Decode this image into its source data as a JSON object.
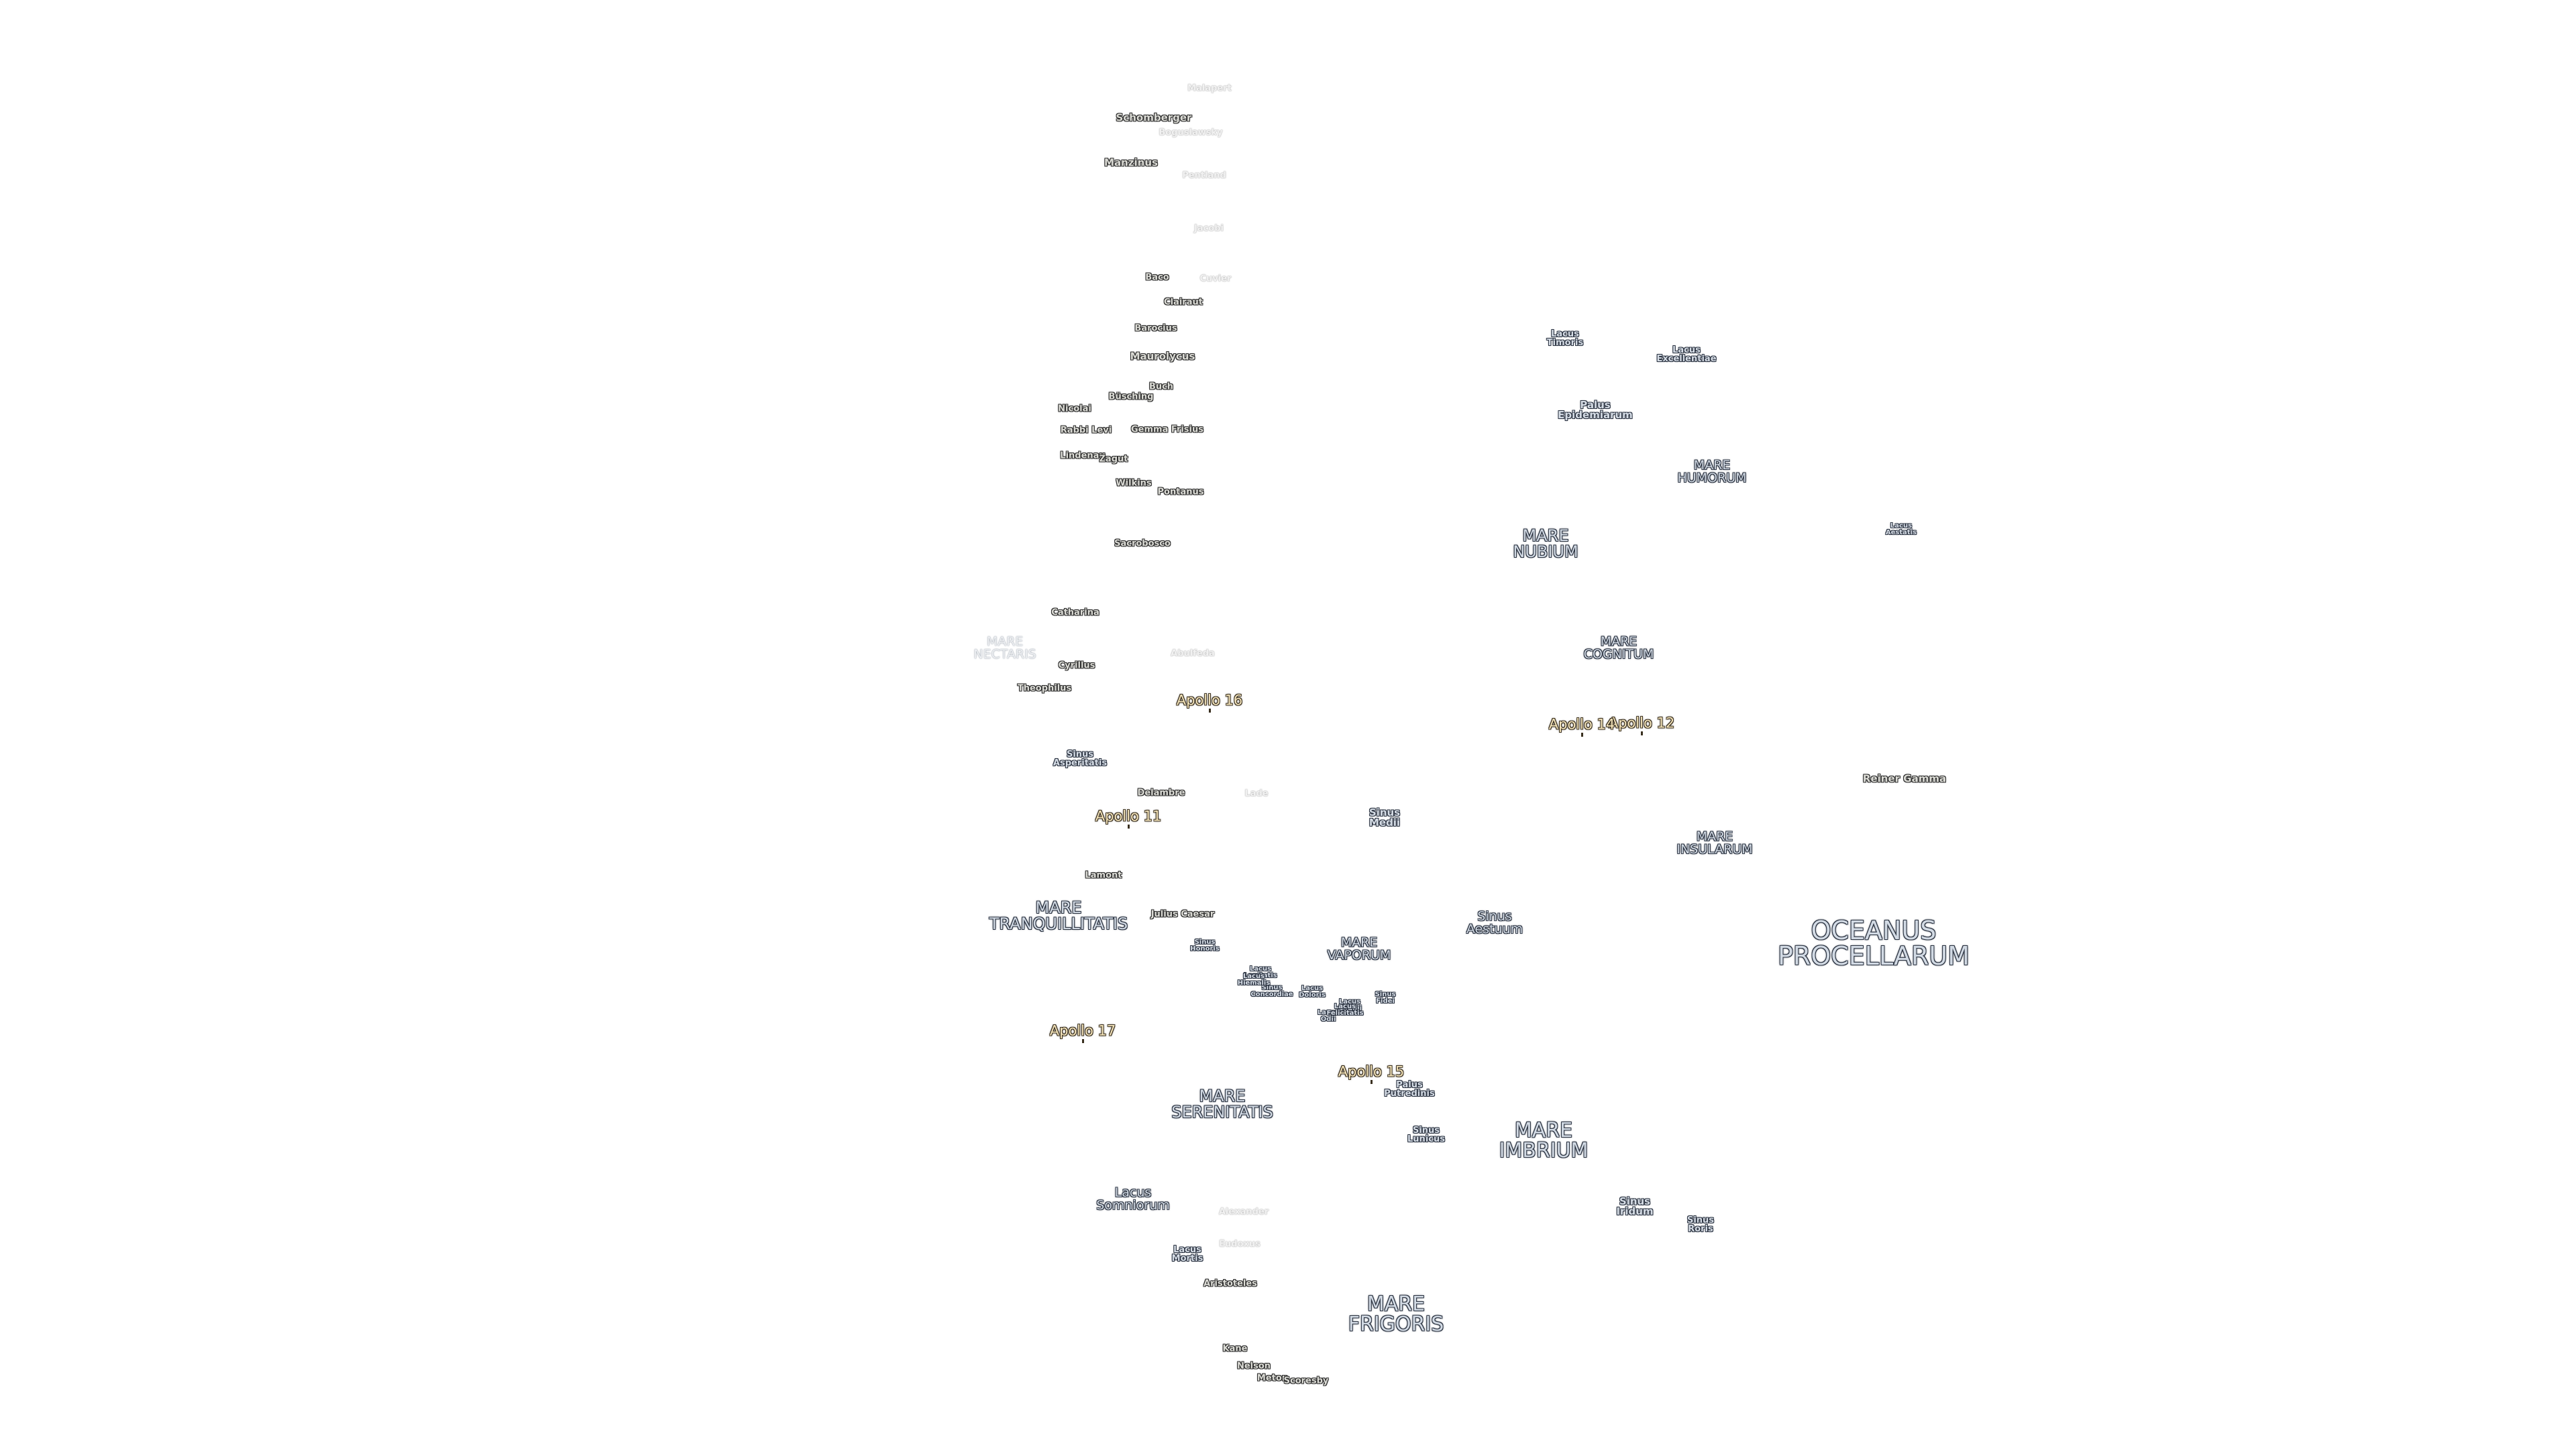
{
  "map": {
    "labels": [
      {
        "id": "oceanus-procellarum",
        "text": "OCEANUS\nPROCELLARUM",
        "kind": "mare",
        "size": "xl"
      },
      {
        "id": "mare-imbrium",
        "text": "MARE\nIMBRIUM",
        "kind": "mare",
        "size": "lg"
      },
      {
        "id": "mare-frigoris",
        "text": "MARE\nFRIGORIS",
        "kind": "mare",
        "size": "lg"
      },
      {
        "id": "mare-serenitatis",
        "text": "MARE\nSERENITATIS",
        "kind": "mare",
        "size": "md"
      },
      {
        "id": "mare-tranquillitatis",
        "text": "MARE\nTRANQUILLITATIS",
        "kind": "mare",
        "size": "md"
      },
      {
        "id": "mare-nubium",
        "text": "MARE\nNUBIUM",
        "kind": "mare",
        "size": "md"
      },
      {
        "id": "mare-humorum",
        "text": "MARE\nHUMORUM",
        "kind": "mare",
        "size": "sm"
      },
      {
        "id": "mare-cognitum",
        "text": "MARE\nCOGNITUM",
        "kind": "mare",
        "size": "sm"
      },
      {
        "id": "mare-insularum",
        "text": "MARE\nINSULARUM",
        "kind": "mare",
        "size": "sm"
      },
      {
        "id": "mare-vaporum",
        "text": "MARE\nVAPORUM",
        "kind": "mare",
        "size": "sm"
      },
      {
        "id": "mare-nectaris",
        "text": "MARE\nNECTARIS",
        "kind": "faint-mare",
        "size": "sm"
      },
      {
        "id": "lacus-somniorum",
        "text": "Lacus\nSomniorum",
        "kind": "mare",
        "size": "sm"
      },
      {
        "id": "sinus-aestuum",
        "text": "Sinus\nAestuum",
        "kind": "mare",
        "size": "sm"
      },
      {
        "id": "sinus-medii",
        "text": "Sinus\nMedii",
        "kind": "small-feature",
        "size": "xs"
      },
      {
        "id": "sinus-iridum",
        "text": "Sinus\nIridum",
        "kind": "small-feature",
        "size": "xs"
      },
      {
        "id": "sinus-roris",
        "text": "Sinus\nRoris",
        "kind": "small-feature",
        "size": "xxs"
      },
      {
        "id": "sinus-lunicus",
        "text": "Sinus\nLunicus",
        "kind": "small-feature",
        "size": "xxs"
      },
      {
        "id": "sinus-asperitatis",
        "text": "Sinus\nAsperitatis",
        "kind": "small-feature",
        "size": "xxs"
      },
      {
        "id": "sinus-honoris",
        "text": "Sinus\nHonoris",
        "kind": "small-feature",
        "size": "xxxs"
      },
      {
        "id": "sinus-concordiae",
        "text": "Sinus\nConcordiae",
        "kind": "small-feature",
        "size": "xxxs"
      },
      {
        "id": "sinus-fidei",
        "text": "Sinus\nFidei",
        "kind": "small-feature",
        "size": "xxxs"
      },
      {
        "id": "palus-epidemiarum",
        "text": "Palus\nEpidemiarum",
        "kind": "small-feature",
        "size": "xs"
      },
      {
        "id": "palus-putredinis",
        "text": "Palus\nPutredinis",
        "kind": "small-feature",
        "size": "xxs"
      },
      {
        "id": "lacus-timoris",
        "text": "Lacus\nTimoris",
        "kind": "small-feature",
        "size": "xxs"
      },
      {
        "id": "lacus-excellentiae",
        "text": "Lacus\nExcellentiae",
        "kind": "small-feature",
        "size": "xxs"
      },
      {
        "id": "lacus-aestatis",
        "text": "Lacus\nAestatis",
        "kind": "small-feature",
        "size": "xxxs"
      },
      {
        "id": "lacus-mortis",
        "text": "Lacus\nMortis",
        "kind": "small-feature",
        "size": "xxs"
      },
      {
        "id": "lacus-lenitatis",
        "text": "Lacus\nLenitatis",
        "kind": "small-feature",
        "size": "xxxs"
      },
      {
        "id": "lacus-hiemalis",
        "text": "Lacus\nHiemalis",
        "kind": "small-feature",
        "size": "xxxs"
      },
      {
        "id": "lacus-doloris",
        "text": "Lacus\nDoloris",
        "kind": "small-feature",
        "size": "xxxs"
      },
      {
        "id": "lacus-gaudii",
        "text": "Lacus\nGaudii",
        "kind": "small-feature",
        "size": "xxxs"
      },
      {
        "id": "lacus-odii",
        "text": "Lacus\nOdii",
        "kind": "small-feature",
        "size": "xxxs"
      },
      {
        "id": "lacus-felicitatis",
        "text": "Lacus\nFelicitatis",
        "kind": "small-feature",
        "size": "xxxs"
      },
      {
        "id": "apollo-11",
        "text": "Apollo 11",
        "kind": "apollo",
        "size": "ap"
      },
      {
        "id": "apollo-12",
        "text": "Apollo 12",
        "kind": "apollo",
        "size": "ap"
      },
      {
        "id": "apollo-14",
        "text": "Apollo 14",
        "kind": "apollo",
        "size": "ap"
      },
      {
        "id": "apollo-15",
        "text": "Apollo 15",
        "kind": "apollo",
        "size": "ap"
      },
      {
        "id": "apollo-16",
        "text": "Apollo 16",
        "kind": "apollo",
        "size": "ap"
      },
      {
        "id": "apollo-17",
        "text": "Apollo 17",
        "kind": "apollo",
        "size": "ap"
      },
      {
        "id": "reiner-gamma",
        "text": "Reiner Gamma",
        "kind": "crater",
        "size": "xs"
      },
      {
        "id": "schomberger",
        "text": "Schomberger",
        "kind": "crater",
        "size": "xs"
      },
      {
        "id": "manzinus",
        "text": "Manzinus",
        "kind": "crater",
        "size": "xs"
      },
      {
        "id": "boguslawsky",
        "text": "Boguslawsky",
        "kind": "faint",
        "size": "xxs"
      },
      {
        "id": "malapert",
        "text": "Malapert",
        "kind": "faint",
        "size": "xxs"
      },
      {
        "id": "pentland",
        "text": "Pentland",
        "kind": "faint",
        "size": "xxs"
      },
      {
        "id": "jacobi",
        "text": "Jacobi",
        "kind": "faint",
        "size": "xxs"
      },
      {
        "id": "baco",
        "text": "Baco",
        "kind": "crater",
        "size": "xxs"
      },
      {
        "id": "cuvier",
        "text": "Cuvier",
        "kind": "faint",
        "size": "xxs"
      },
      {
        "id": "clairaut",
        "text": "Clairaut",
        "kind": "crater",
        "size": "xxs"
      },
      {
        "id": "barocius",
        "text": "Barocius",
        "kind": "crater",
        "size": "xxs"
      },
      {
        "id": "maurolycus",
        "text": "Maurolycus",
        "kind": "crater",
        "size": "xs"
      },
      {
        "id": "buch",
        "text": "Buch",
        "kind": "crater",
        "size": "xxs"
      },
      {
        "id": "busching",
        "text": "Büsching",
        "kind": "crater",
        "size": "xxs"
      },
      {
        "id": "nicolai",
        "text": "Nicolai",
        "kind": "crater",
        "size": "xxs"
      },
      {
        "id": "rabbi-levi",
        "text": "Rabbi Levi",
        "kind": "crater",
        "size": "xxs"
      },
      {
        "id": "gemma-frisius",
        "text": "Gemma Frisius",
        "kind": "crater",
        "size": "xxs"
      },
      {
        "id": "lindenau",
        "text": "Lindenau",
        "kind": "crater",
        "size": "xxs"
      },
      {
        "id": "zagut",
        "text": "Zagut",
        "kind": "crater",
        "size": "xxs"
      },
      {
        "id": "wilkins",
        "text": "Wilkins",
        "kind": "crater",
        "size": "xxs"
      },
      {
        "id": "pontanus",
        "text": "Pontanus",
        "kind": "crater",
        "size": "xxs"
      },
      {
        "id": "sacrobosco",
        "text": "Sacrobosco",
        "kind": "crater",
        "size": "xxs"
      },
      {
        "id": "catharina",
        "text": "Catharina",
        "kind": "crater",
        "size": "xxs"
      },
      {
        "id": "abulfeda",
        "text": "Abulfeda",
        "kind": "faint",
        "size": "xxs"
      },
      {
        "id": "cyrillus",
        "text": "Cyrillus",
        "kind": "crater",
        "size": "xxs"
      },
      {
        "id": "theophilus",
        "text": "Theophilus",
        "kind": "crater",
        "size": "xxs"
      },
      {
        "id": "delambre",
        "text": "Delambre",
        "kind": "crater",
        "size": "xxs"
      },
      {
        "id": "lade",
        "text": "Lade",
        "kind": "faint",
        "size": "xxs"
      },
      {
        "id": "lamont",
        "text": "Lamont",
        "kind": "crater",
        "size": "xxs"
      },
      {
        "id": "julius-caesar",
        "text": "Julius Caesar",
        "kind": "crater",
        "size": "xxs"
      },
      {
        "id": "alexander",
        "text": "Alexander",
        "kind": "faint",
        "size": "xxs"
      },
      {
        "id": "eudoxus",
        "text": "Eudoxus",
        "kind": "faint",
        "size": "xxs"
      },
      {
        "id": "aristoteles",
        "text": "Aristoteles",
        "kind": "crater",
        "size": "xxs"
      },
      {
        "id": "kane",
        "text": "Kane",
        "kind": "crater",
        "size": "xxs"
      },
      {
        "id": "nelson",
        "text": "Nelson",
        "kind": "crater",
        "size": "xxs"
      },
      {
        "id": "meton",
        "text": "Meton",
        "kind": "crater",
        "size": "xxs"
      },
      {
        "id": "scoresby",
        "text": "Scoresby",
        "kind": "crater",
        "size": "xxs"
      }
    ]
  },
  "colors": {
    "background": "#ffffff",
    "mare_text": "#d2dae4",
    "apollo_text": "#f6e6bc",
    "crater_text": "#dcdcd6"
  }
}
